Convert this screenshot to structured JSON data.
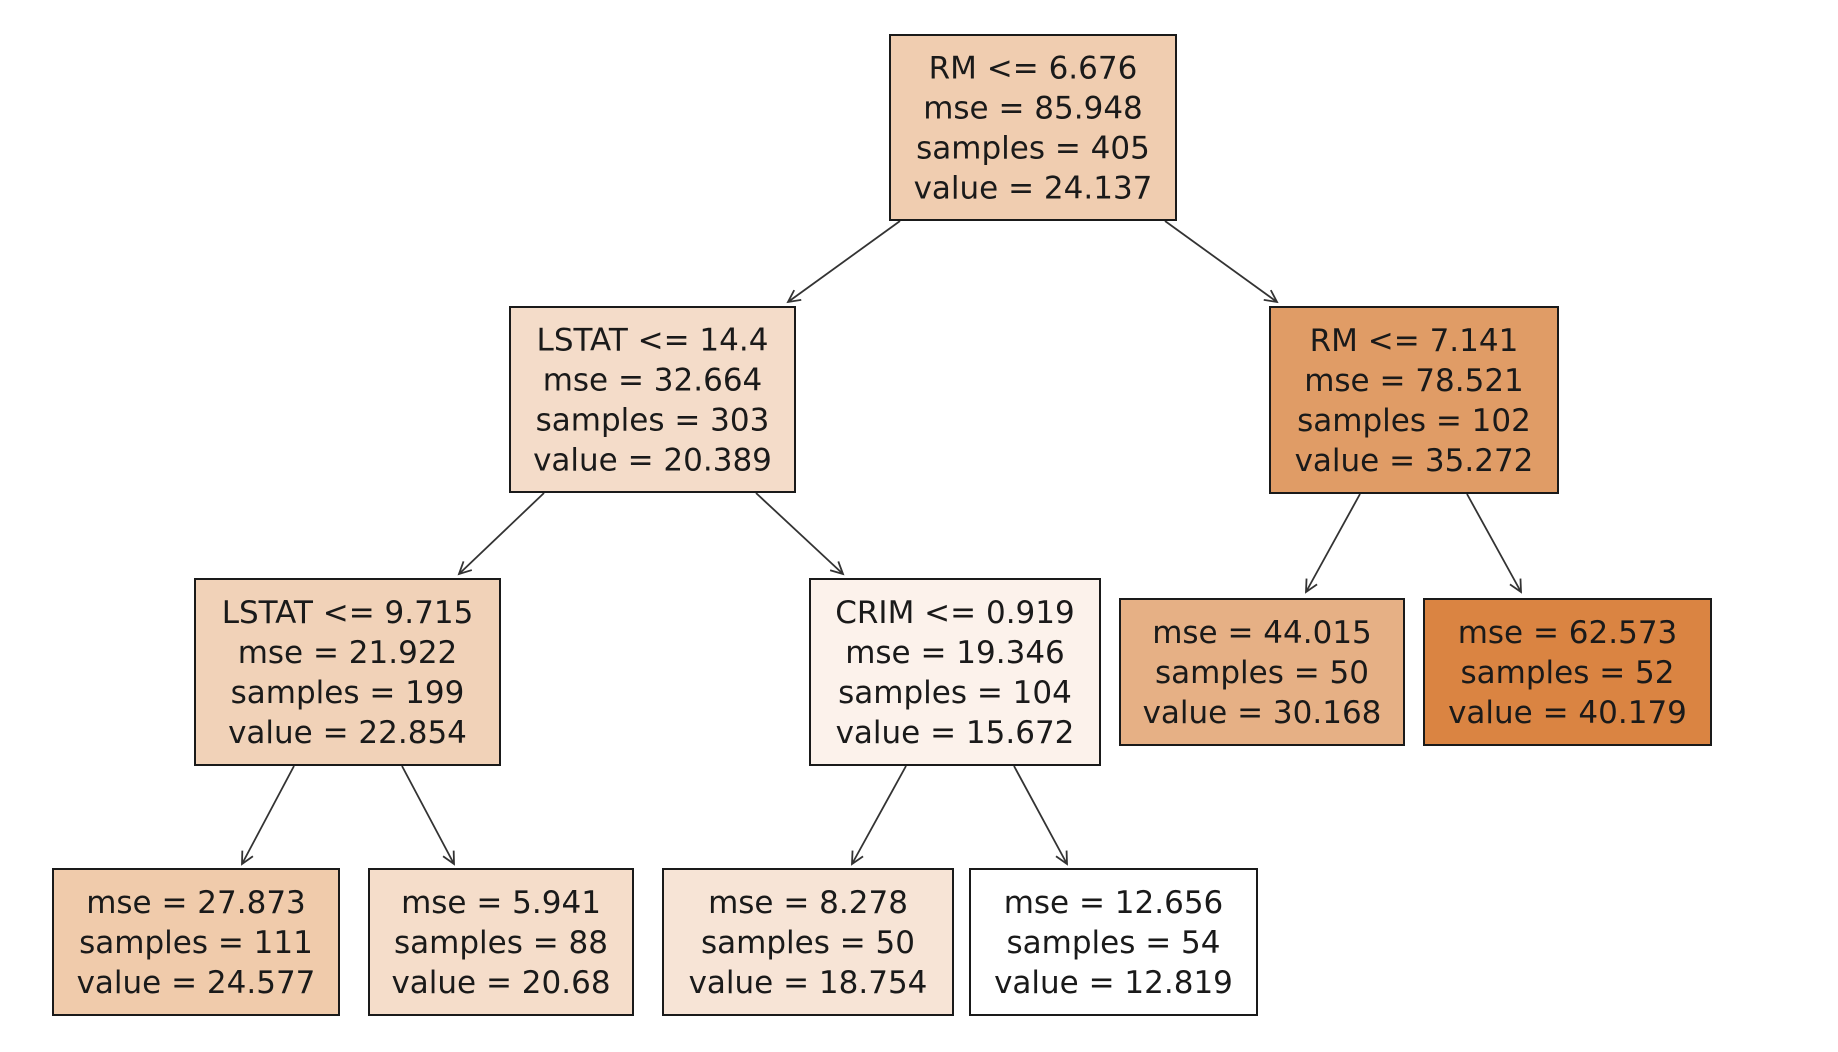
{
  "diagram": {
    "type": "decision-tree",
    "colors": {
      "border": "#1a1a1a",
      "edge": "#333333",
      "text": "#1a1a1a"
    },
    "nodes": [
      {
        "id": "n0",
        "lines": [
          "RM <= 6.676",
          "mse = 85.948",
          "samples = 405",
          "value = 24.137"
        ],
        "fill": "#f0cdb0"
      },
      {
        "id": "n1",
        "lines": [
          "LSTAT <= 14.4",
          "mse = 32.664",
          "samples = 303",
          "value = 20.389"
        ],
        "fill": "#f4dcc9"
      },
      {
        "id": "n2",
        "lines": [
          "LSTAT <= 9.715",
          "mse = 21.922",
          "samples = 199",
          "value = 22.854"
        ],
        "fill": "#f1d2b8"
      },
      {
        "id": "n3",
        "lines": [
          "mse = 27.873",
          "samples = 111",
          "value = 24.577"
        ],
        "fill": "#f0cbab"
      },
      {
        "id": "n4",
        "lines": [
          "mse = 5.941",
          "samples = 88",
          "value = 20.68"
        ],
        "fill": "#f5ddca"
      },
      {
        "id": "n5",
        "lines": [
          "CRIM <= 0.919",
          "mse = 19.346",
          "samples = 104",
          "value = 15.672"
        ],
        "fill": "#fcf2eb"
      },
      {
        "id": "n6",
        "lines": [
          "mse = 8.278",
          "samples = 50",
          "value = 18.754"
        ],
        "fill": "#f7e4d6"
      },
      {
        "id": "n7",
        "lines": [
          "mse = 12.656",
          "samples = 54",
          "value = 12.819"
        ],
        "fill": "#ffffff"
      },
      {
        "id": "n8",
        "lines": [
          "RM <= 7.141",
          "mse = 78.521",
          "samples = 102",
          "value = 35.272"
        ],
        "fill": "#e09c66"
      },
      {
        "id": "n9",
        "lines": [
          "mse = 44.015",
          "samples = 50",
          "value = 30.168"
        ],
        "fill": "#e6b085"
      },
      {
        "id": "n10",
        "lines": [
          "mse = 62.573",
          "samples = 52",
          "value = 40.179"
        ],
        "fill": "#da8442"
      }
    ],
    "edges": [
      [
        "n0",
        "n1"
      ],
      [
        "n0",
        "n8"
      ],
      [
        "n1",
        "n2"
      ],
      [
        "n1",
        "n5"
      ],
      [
        "n2",
        "n3"
      ],
      [
        "n2",
        "n4"
      ],
      [
        "n5",
        "n6"
      ],
      [
        "n5",
        "n7"
      ],
      [
        "n8",
        "n9"
      ],
      [
        "n8",
        "n10"
      ]
    ]
  }
}
